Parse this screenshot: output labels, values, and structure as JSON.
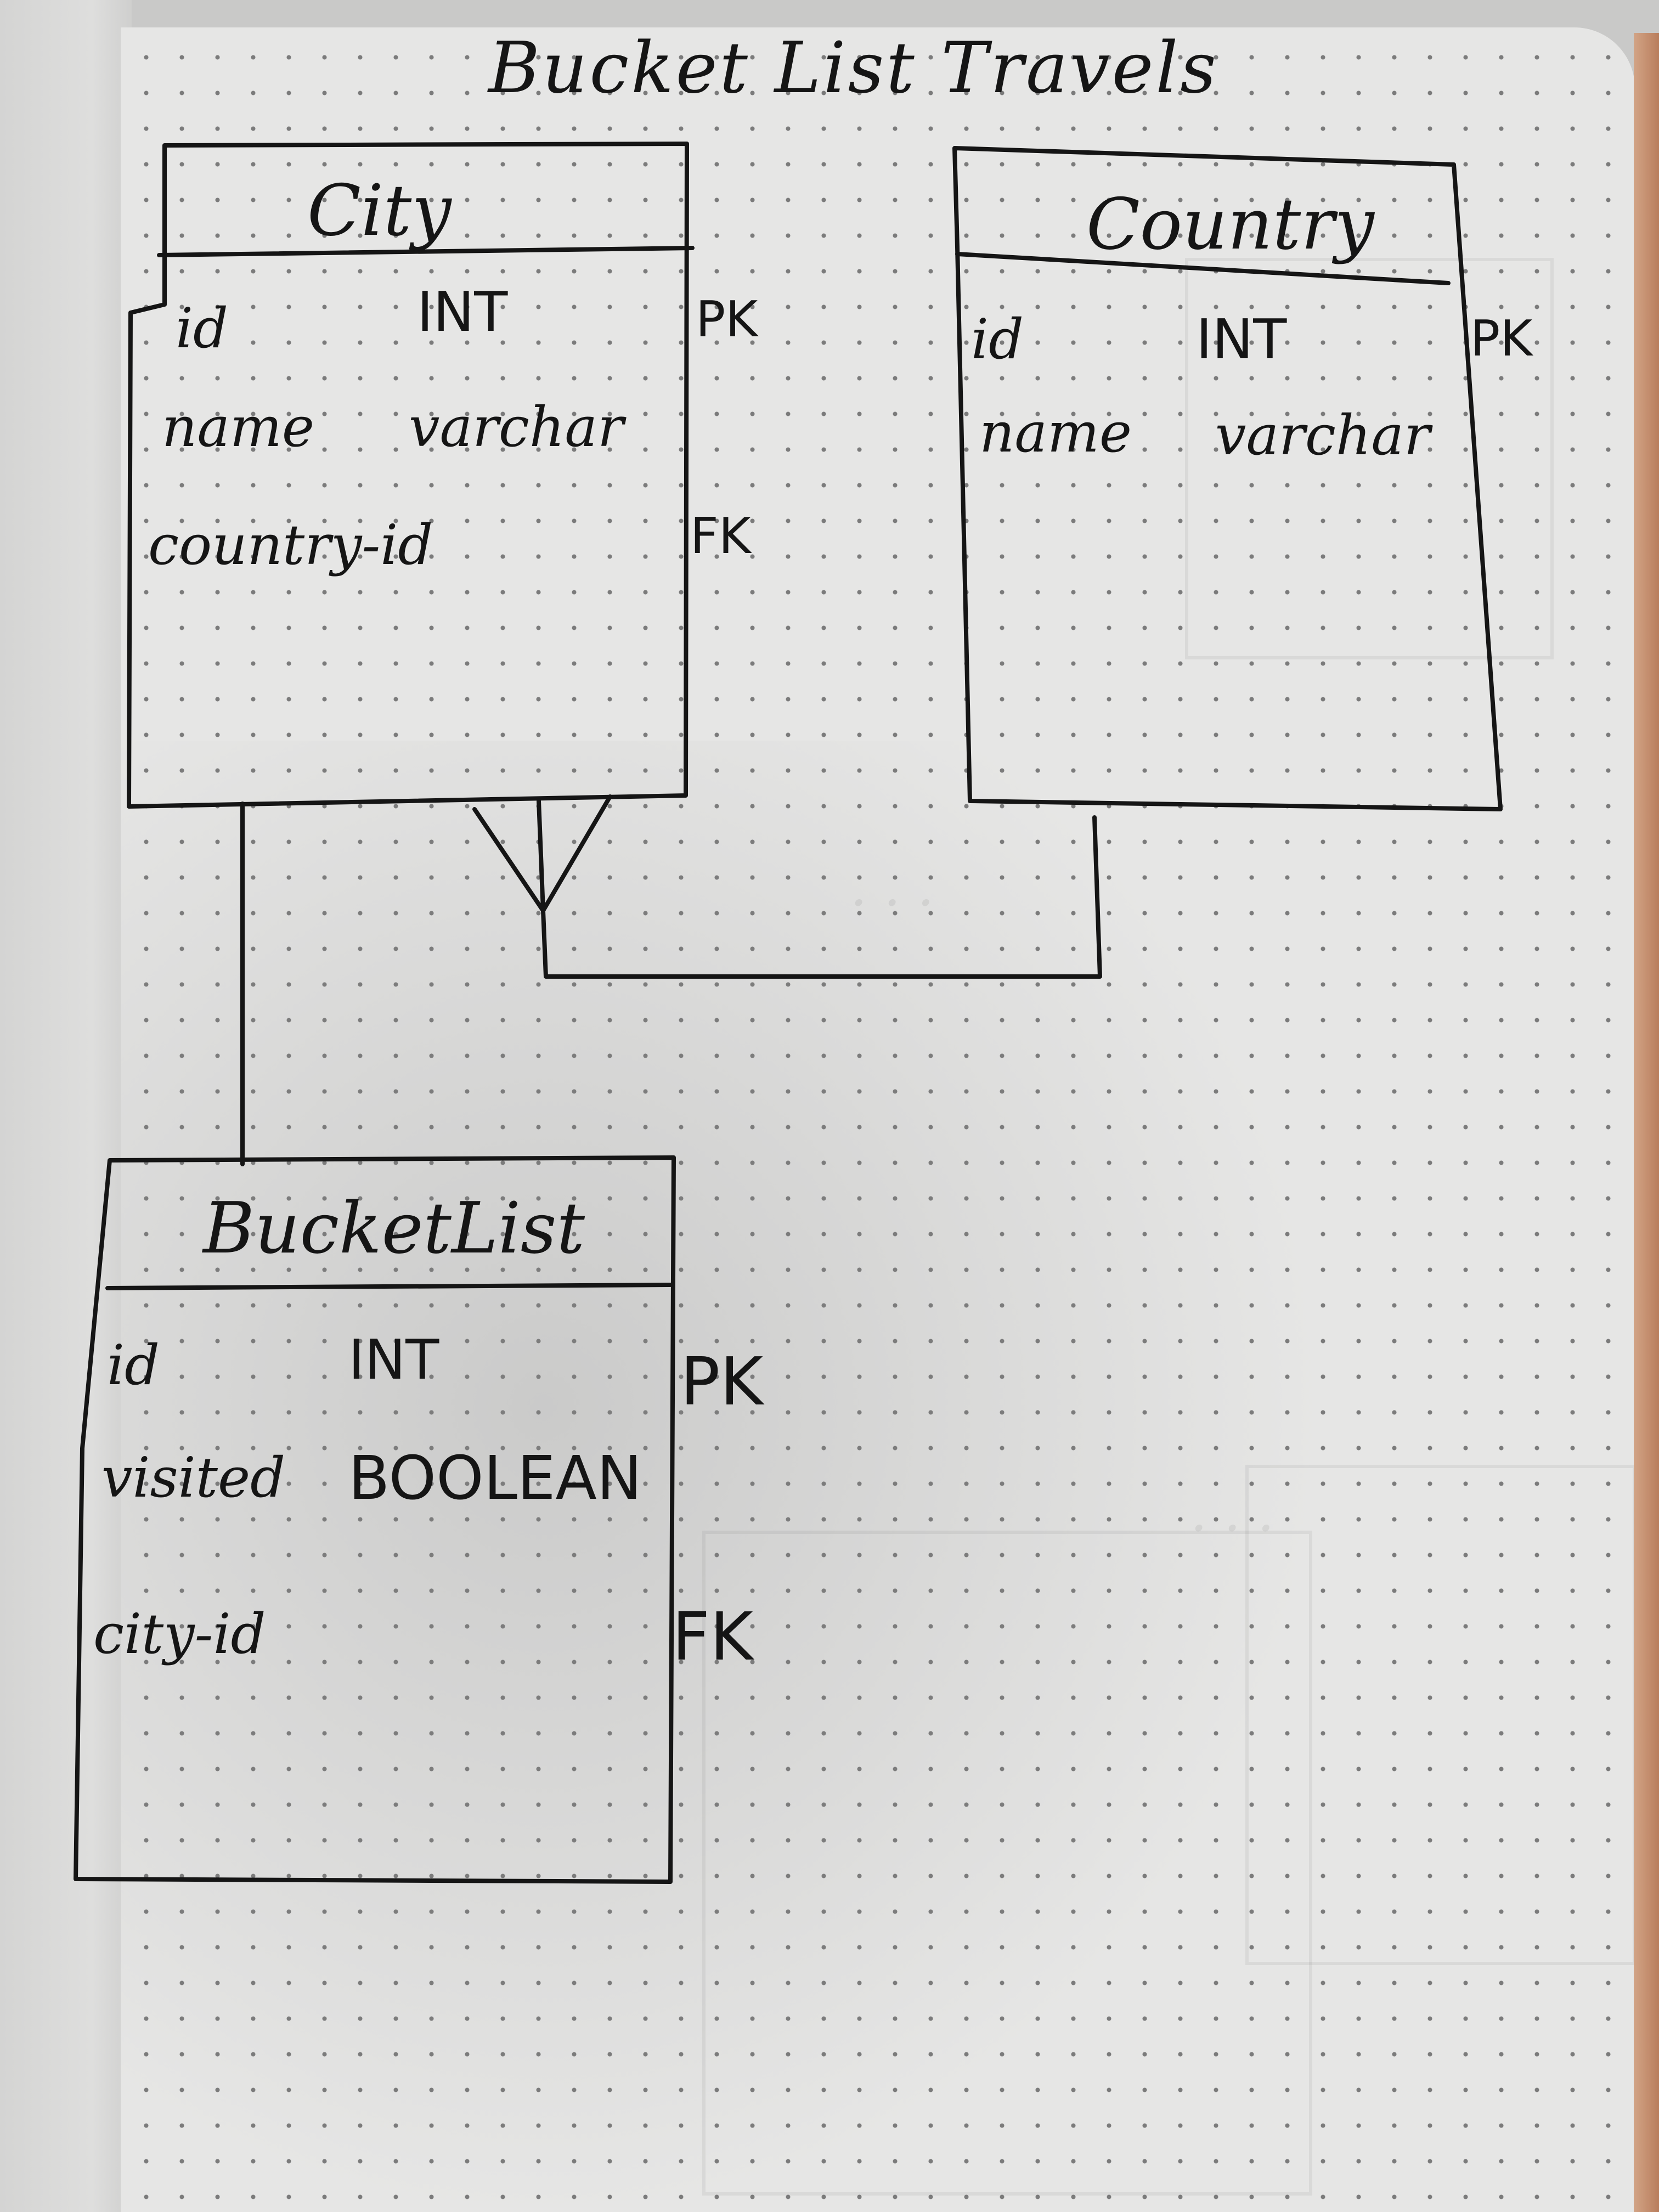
{
  "diagram": {
    "title": "Bucket List Travels",
    "entities": [
      {
        "name": "City",
        "attributes": [
          {
            "name": "id",
            "type": "INT",
            "key": "PK"
          },
          {
            "name": "name",
            "type": "varchar",
            "key": ""
          },
          {
            "name": "country-id",
            "type": "",
            "key": "FK"
          }
        ]
      },
      {
        "name": "Country",
        "attributes": [
          {
            "name": "id",
            "type": "INT",
            "key": "PK"
          },
          {
            "name": "name",
            "type": "varchar",
            "key": ""
          }
        ]
      },
      {
        "name": "BucketList",
        "attributes": [
          {
            "name": "id",
            "type": "INT",
            "key": "PK"
          },
          {
            "name": "visited",
            "type": "BOOLEAN",
            "key": ""
          },
          {
            "name": "city-id",
            "type": "",
            "key": "FK"
          }
        ]
      }
    ],
    "relationships": [
      {
        "from": "Country",
        "to": "City",
        "notation": "one-to-many (crow's foot at City)"
      },
      {
        "from": "City",
        "to": "BucketList",
        "notation": "line"
      }
    ],
    "colors": {
      "ink": "#151515",
      "paper": "#e6e6e5",
      "dots": "#7b7b7b",
      "notebook_edge": "#c08a68"
    }
  }
}
